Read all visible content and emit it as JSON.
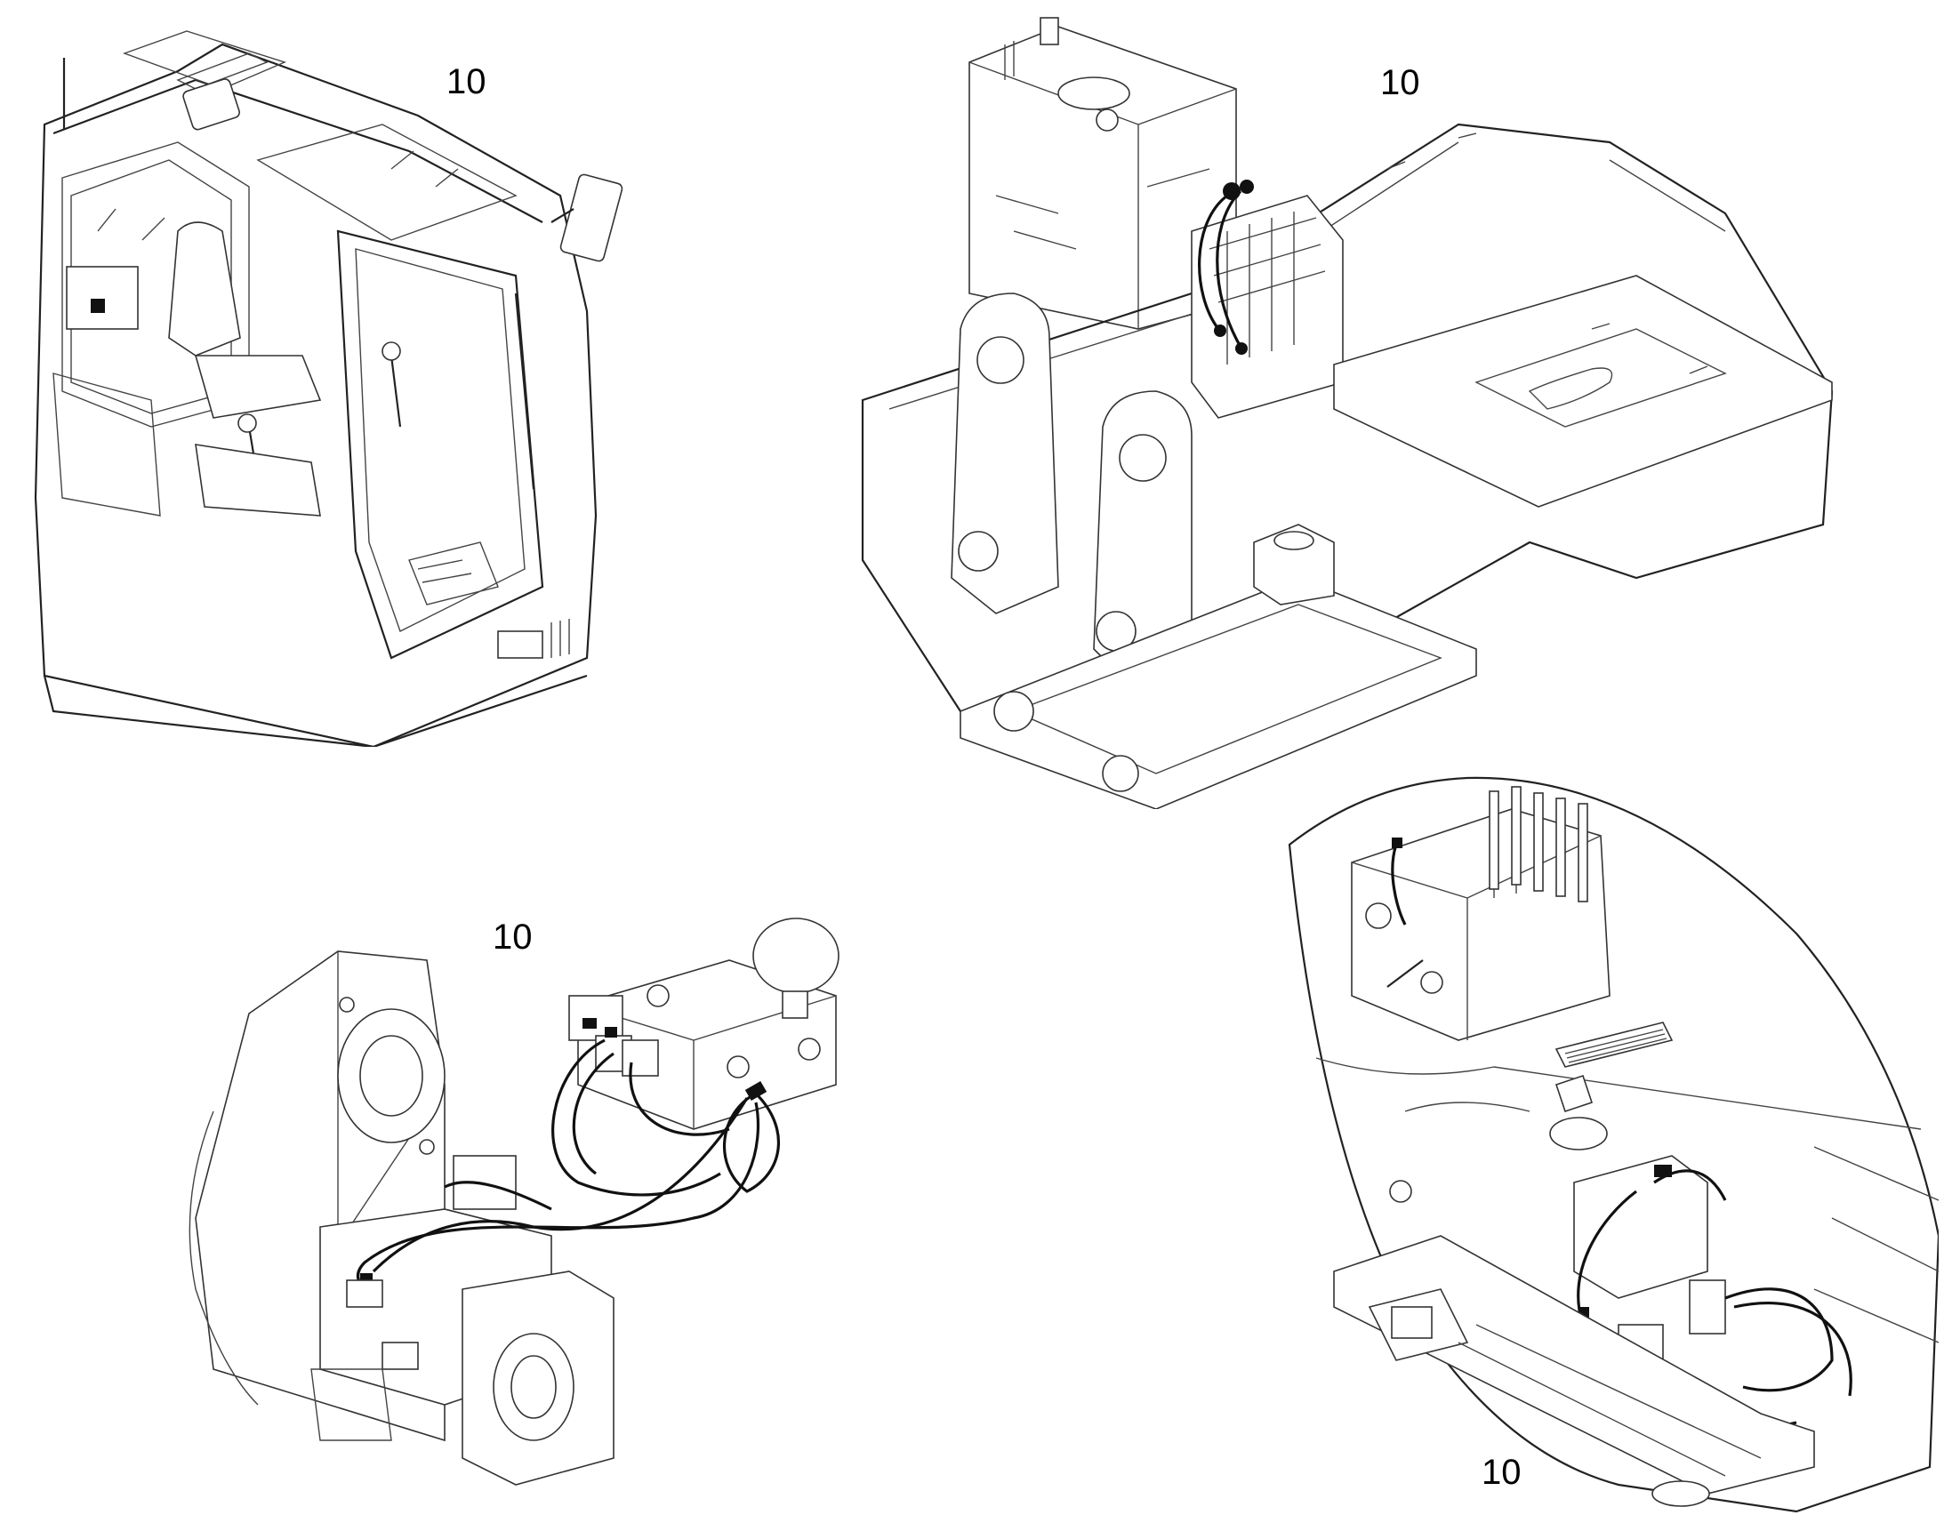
{
  "views": [
    {
      "id": "cab",
      "callout": "10"
    },
    {
      "id": "frame",
      "callout": "10"
    },
    {
      "id": "pump",
      "callout": "10"
    },
    {
      "id": "valve-area",
      "callout": "10"
    }
  ],
  "colors": {
    "line": "#222222",
    "background": "#ffffff"
  }
}
